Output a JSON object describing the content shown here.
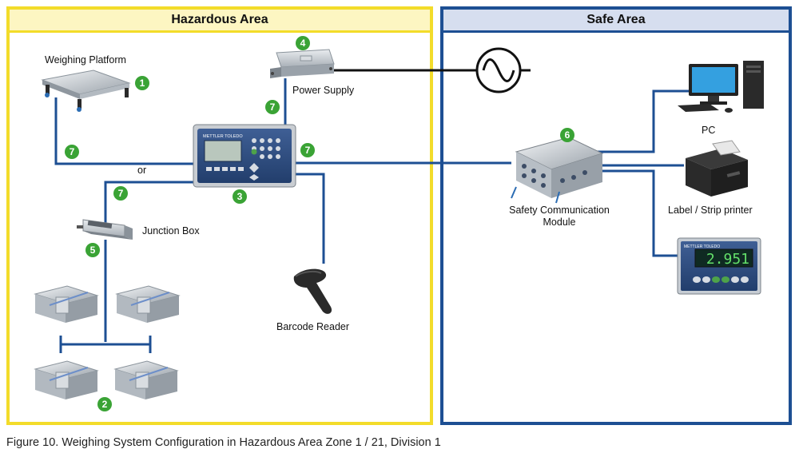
{
  "zones": {
    "hazardous": {
      "title": "Hazardous Area",
      "border_color": "#f3dc2a",
      "header_bg": "#fdf6c2"
    },
    "safe": {
      "title": "Safe Area",
      "border_color": "#1d4f93",
      "header_bg": "#d6deef"
    }
  },
  "components": {
    "weighing_platform": {
      "label": "Weighing Platform",
      "badge": "1"
    },
    "load_cells": {
      "badge": "2"
    },
    "terminal": {
      "badge": "3",
      "brand": "METTLER TOLEDO"
    },
    "power_supply": {
      "label": "Power Supply",
      "badge": "4"
    },
    "junction_box": {
      "label": "Junction Box",
      "badge": "5"
    },
    "safety_module": {
      "label": "Safety Communication Module",
      "badge": "6"
    },
    "pc": {
      "label": "PC"
    },
    "printer": {
      "label": "Label / Strip printer"
    },
    "display": {
      "label": "",
      "reading": "2.951",
      "brand": "METTLER TOLEDO"
    },
    "barcode_reader": {
      "label": "Barcode Reader"
    }
  },
  "connections": {
    "badge": "7",
    "alt_text": "or"
  },
  "colors": {
    "badge_green": "#3aa335",
    "line_blue": "#1d4f93",
    "cable_black": "#111111"
  },
  "caption": "Figure 10. Weighing System Configuration in Hazardous Area Zone 1 / 21, Division 1"
}
